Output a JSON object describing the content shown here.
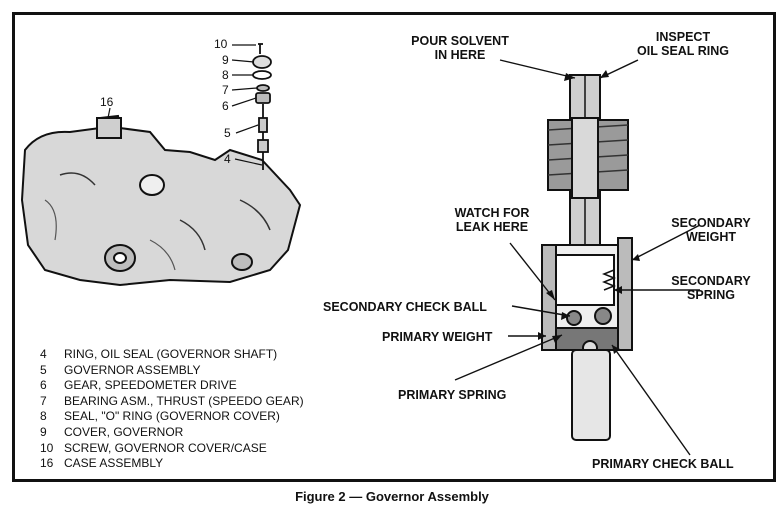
{
  "figure": {
    "caption": "Figure 2 — Governor Assembly"
  },
  "diagram": {
    "callouts": {
      "pour_solvent": "POUR SOLVENT\nIN HERE",
      "inspect_seal": "INSPECT\nOIL SEAL RING",
      "watch_leak": "WATCH FOR\nLEAK HERE",
      "secondary_weight": "SECONDARY\nWEIGHT",
      "secondary_spring": "SECONDARY\nSPRING",
      "secondary_check_ball": "SECONDARY CHECK BALL",
      "primary_weight": "PRIMARY WEIGHT",
      "primary_spring": "PRIMARY SPRING",
      "primary_check_ball": "PRIMARY CHECK BALL"
    },
    "part_numbers": {
      "n16": "16",
      "n10": "10",
      "n9": "9",
      "n8": "8",
      "n7": "7",
      "n6": "6",
      "n5": "5",
      "n4": "4"
    }
  },
  "legend": [
    {
      "num": "4",
      "text": "RING, OIL SEAL (GOVERNOR SHAFT)"
    },
    {
      "num": "5",
      "text": "GOVERNOR ASSEMBLY"
    },
    {
      "num": "6",
      "text": "GEAR, SPEEDOMETER DRIVE"
    },
    {
      "num": "7",
      "text": "BEARING ASM., THRUST (SPEEDO GEAR)"
    },
    {
      "num": "8",
      "text": "SEAL, \"O\" RING (GOVERNOR COVER)"
    },
    {
      "num": "9",
      "text": "COVER, GOVERNOR"
    },
    {
      "num": "10",
      "text": "SCREW, GOVERNOR COVER/CASE"
    },
    {
      "num": "16",
      "text": "CASE ASSEMBLY"
    }
  ]
}
